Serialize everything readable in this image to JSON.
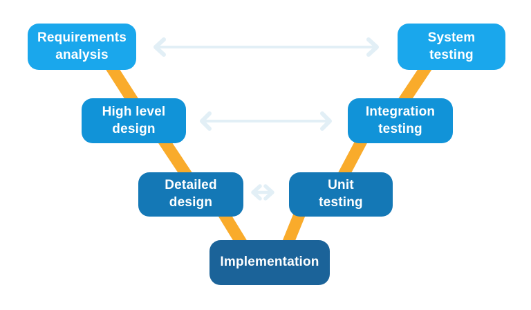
{
  "diagram": {
    "type": "v-model",
    "boxes": [
      {
        "id": "requirements-analysis",
        "label": "Requirements\nanalysis",
        "fill": "#1AA7EC"
      },
      {
        "id": "high-level-design",
        "label": "High level\ndesign",
        "fill": "#1193D8"
      },
      {
        "id": "detailed-design",
        "label": "Detailed\ndesign",
        "fill": "#1478B6"
      },
      {
        "id": "implementation",
        "label": "Implementation",
        "fill": "#1B6399"
      },
      {
        "id": "unit-testing",
        "label": "Unit\ntesting",
        "fill": "#1478B6"
      },
      {
        "id": "integration-testing",
        "label": "Integration\ntesting",
        "fill": "#1193D8"
      },
      {
        "id": "system-testing",
        "label": "System\ntesting",
        "fill": "#1AA7EC"
      }
    ],
    "relations": [
      {
        "from": "Requirements analysis",
        "to": "System testing",
        "style": "double-arrow"
      },
      {
        "from": "High level design",
        "to": "Integration testing",
        "style": "double-arrow"
      },
      {
        "from": "Detailed design",
        "to": "Unit testing",
        "style": "double-arrow"
      },
      {
        "from": "Requirements analysis",
        "to": "High level design",
        "style": "connector"
      },
      {
        "from": "High level design",
        "to": "Detailed design",
        "style": "connector"
      },
      {
        "from": "Detailed design",
        "to": "Implementation",
        "style": "connector"
      },
      {
        "from": "Implementation",
        "to": "Unit testing",
        "style": "connector"
      },
      {
        "from": "Unit testing",
        "to": "Integration testing",
        "style": "connector"
      },
      {
        "from": "Integration testing",
        "to": "System testing",
        "style": "connector"
      }
    ]
  },
  "colors": {
    "connector": "#F9AB2B",
    "arrow": "#E2EFF6",
    "text": "#FFFFFF",
    "background": "#FFFFFF"
  }
}
